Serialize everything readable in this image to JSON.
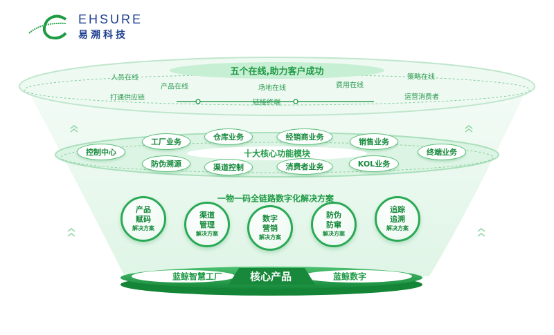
{
  "logo": {
    "brand": "EHSURE",
    "name_cn": "易溯科技"
  },
  "top_ring": {
    "title": "五个在线,助力客户成功",
    "items": [
      "人员在线",
      "产品在线",
      "场地在线",
      "费用在线",
      "策略在线"
    ],
    "bottom": [
      "打通供应链",
      "链接终端",
      "运营消费者"
    ]
  },
  "mid_ring": {
    "title": "十大核心功能模块",
    "items": [
      "工厂业务",
      "仓库业务",
      "经销商业务",
      "销售业务",
      "控制中心",
      "终端业务",
      "防伪溯源",
      "渠道控制",
      "消费者业务",
      "KOL业务"
    ]
  },
  "solutions": {
    "title": "一物一码全链路数字化解决方案",
    "circles": [
      {
        "l1": "产品",
        "l2": "赋码",
        "sub": "解决方案"
      },
      {
        "l1": "渠道",
        "l2": "管理",
        "sub": "解决方案"
      },
      {
        "l1": "数字",
        "l2": "营销",
        "sub": "解决方案"
      },
      {
        "l1": "防伪",
        "l2": "防窜",
        "sub": "解决方案"
      },
      {
        "l1": "追踪",
        "l2": "追溯",
        "sub": "解决方案"
      }
    ]
  },
  "base": {
    "left": "蓝鲸智慧工厂",
    "center": "核心产品",
    "right": "蓝鲸数字"
  },
  "colors": {
    "primary": "#1f9a45",
    "light": "#e6f7ec",
    "dark": "#178a3c"
  }
}
